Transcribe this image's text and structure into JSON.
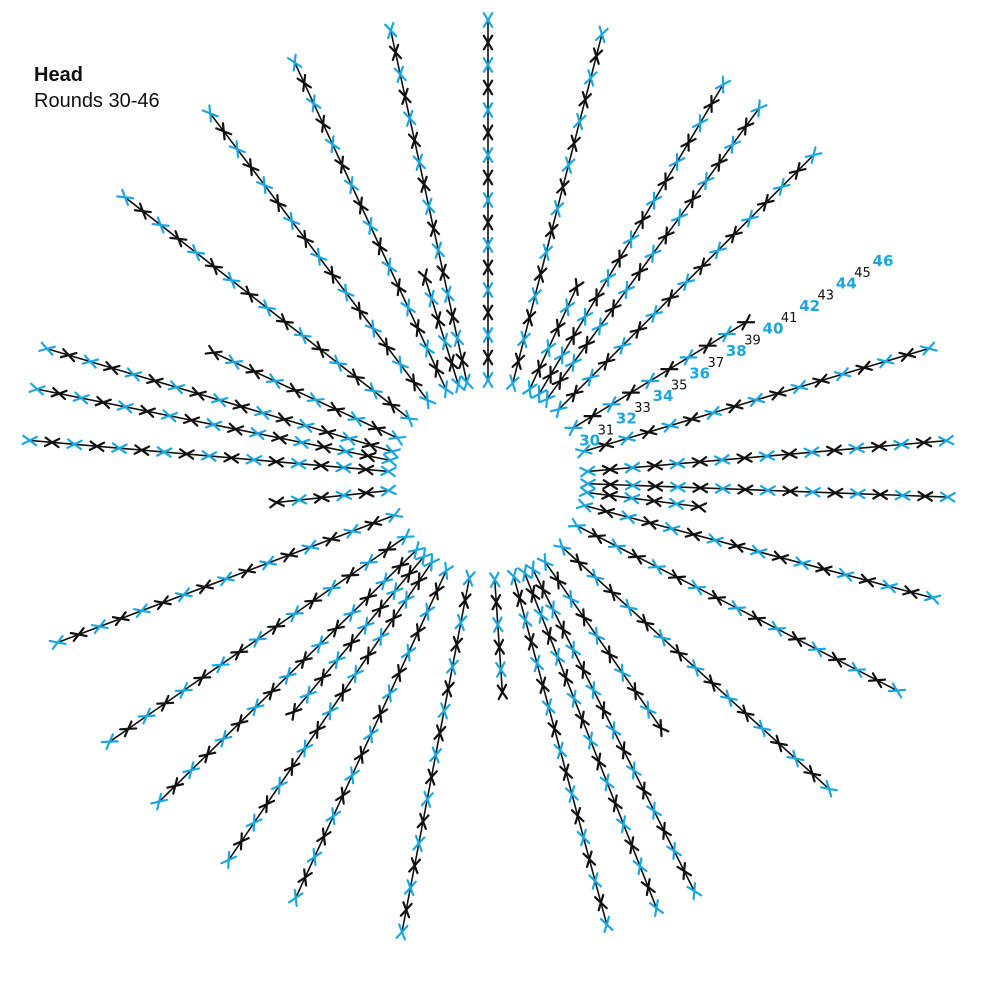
{
  "title": "Head",
  "subtitle": "Rounds 30-46",
  "colors": {
    "black": "#111111",
    "blue": "#1aa7e0"
  },
  "rounds": {
    "first": 30,
    "last": 46
  },
  "labels": [
    {
      "text": "30",
      "color": "blue"
    },
    {
      "text": "31",
      "color": "black"
    },
    {
      "text": "32",
      "color": "blue"
    },
    {
      "text": "33",
      "color": "black"
    },
    {
      "text": "34",
      "color": "blue"
    },
    {
      "text": "35",
      "color": "black"
    },
    {
      "text": "36",
      "color": "blue"
    },
    {
      "text": "37",
      "color": "black"
    },
    {
      "text": "38",
      "color": "blue"
    },
    {
      "text": "39",
      "color": "black"
    },
    {
      "text": "40",
      "color": "blue"
    },
    {
      "text": "41",
      "color": "black"
    },
    {
      "text": "42",
      "color": "blue"
    },
    {
      "text": "43",
      "color": "black"
    },
    {
      "text": "44",
      "color": "blue"
    },
    {
      "text": "45",
      "color": "black"
    },
    {
      "text": "46",
      "color": "blue"
    }
  ]
}
